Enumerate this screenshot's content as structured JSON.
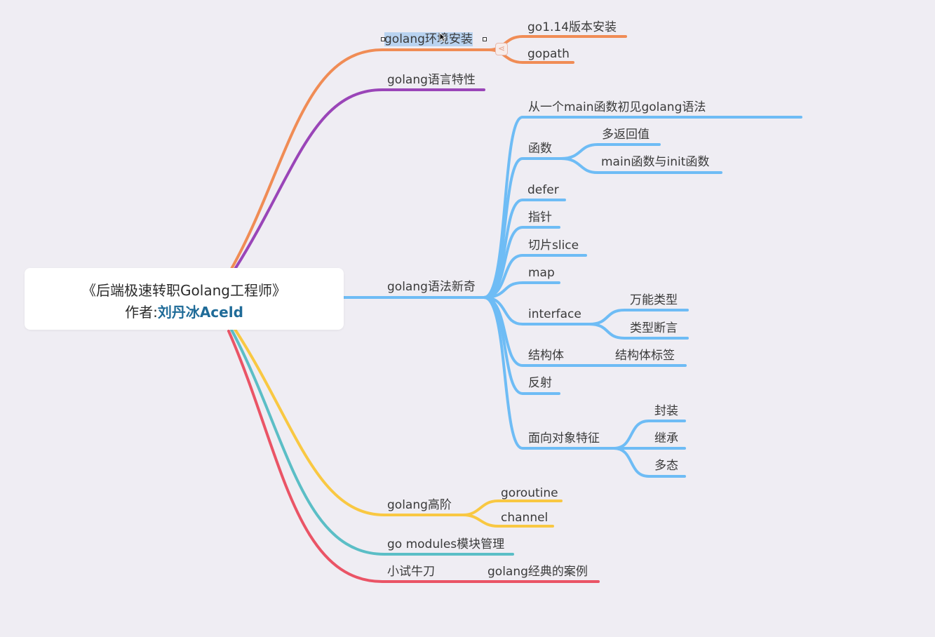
{
  "colors": {
    "background": "#efedf3",
    "orange": "#f08c55",
    "purple": "#9a45b8",
    "blue": "#6ebcf5",
    "yellow": "#f9c842",
    "teal": "#5bbec6",
    "red": "#ea5466",
    "author": "#1f6b98"
  },
  "root": {
    "title": "《后端极速转职Golang工程师》",
    "author_prefix": "作者:",
    "author_name": "刘丹冰Aceld"
  },
  "branches": {
    "env": {
      "label": "golang环境安装",
      "selected": true,
      "children": [
        "go1.14版本安装",
        "gopath"
      ]
    },
    "features": {
      "label": "golang语言特性"
    },
    "syntax": {
      "label": "golang语法新奇",
      "children": {
        "main_intro": "从一个main函数初见golang语法",
        "func": {
          "label": "函数",
          "children": [
            "多返回值",
            "main函数与init函数"
          ]
        },
        "defer": "defer",
        "pointer": "指针",
        "slice": "切片slice",
        "map": "map",
        "interface": {
          "label": "interface",
          "children": [
            "万能类型",
            "类型断言"
          ]
        },
        "struct": {
          "label": "结构体",
          "children": [
            "结构体标签"
          ]
        },
        "reflect": "反射",
        "oop": {
          "label": "面向对象特征",
          "children": [
            "封装",
            "继承",
            "多态"
          ]
        }
      }
    },
    "advanced": {
      "label": "golang高阶",
      "children": [
        "goroutine",
        "channel"
      ]
    },
    "modules": {
      "label": "go modules模块管理"
    },
    "practice": {
      "label": "小试牛刀",
      "children": [
        "golang经典的案例"
      ]
    }
  }
}
